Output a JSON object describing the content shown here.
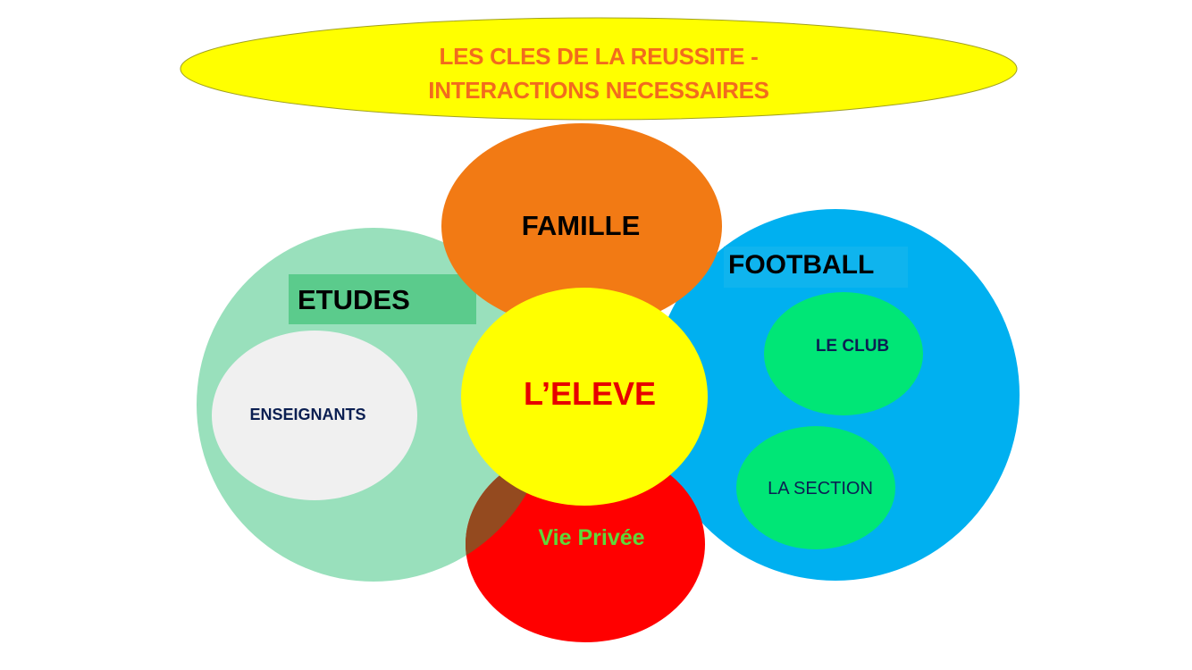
{
  "title": {
    "line1": "LES CLES DE LA REUSSITE -",
    "line2": "INTERACTIONS NECESSAIRES"
  },
  "nodes": {
    "etudes": "ETUDES",
    "enseignants": "ENSEIGNANTS",
    "famille": "FAMILLE",
    "football": "FOOTBALL",
    "le_club": "LE CLUB",
    "la_section": "LA SECTION",
    "eleve": "L’ELEVE",
    "vie_privee": "Vie Privée"
  },
  "colors": {
    "title_ellipse": "#ffff00",
    "title_text": "#f26b1d",
    "etudes_circle": "#99e0bc",
    "etudes_label_bg": "#5bcb8c",
    "enseignants_circle": "#f0f0f0",
    "famille_circle": "#f27a14",
    "football_circle": "#00b0f0",
    "football_label_bg": "#0fb4ee",
    "club_circle": "#00e676",
    "eleve_circle": "#ffff00",
    "eleve_text": "#e60000",
    "vie_privee_circle": "#ff0000",
    "vie_privee_overlap": "#944a1f",
    "vie_privee_text": "#5fd83a",
    "dark_text": "#0b1f52"
  }
}
